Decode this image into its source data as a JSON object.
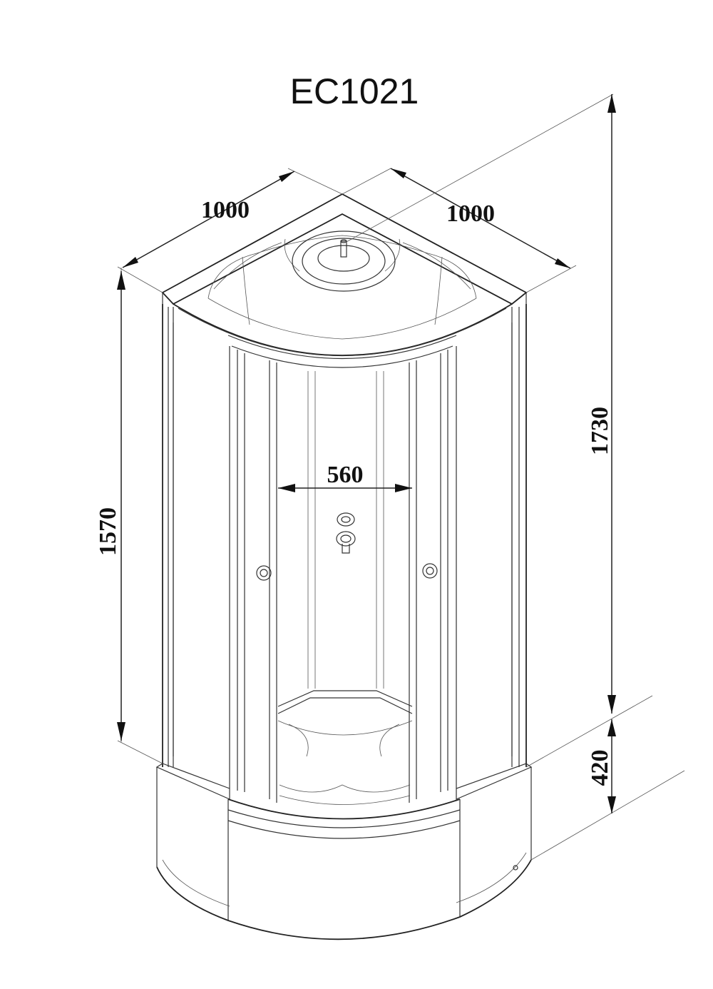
{
  "title": "EC1021",
  "dimensions": {
    "width_left": "1000",
    "width_right": "1000",
    "door_opening": "560",
    "cabin_height": "1570",
    "total_height": "1730",
    "tray_height": "420"
  }
}
